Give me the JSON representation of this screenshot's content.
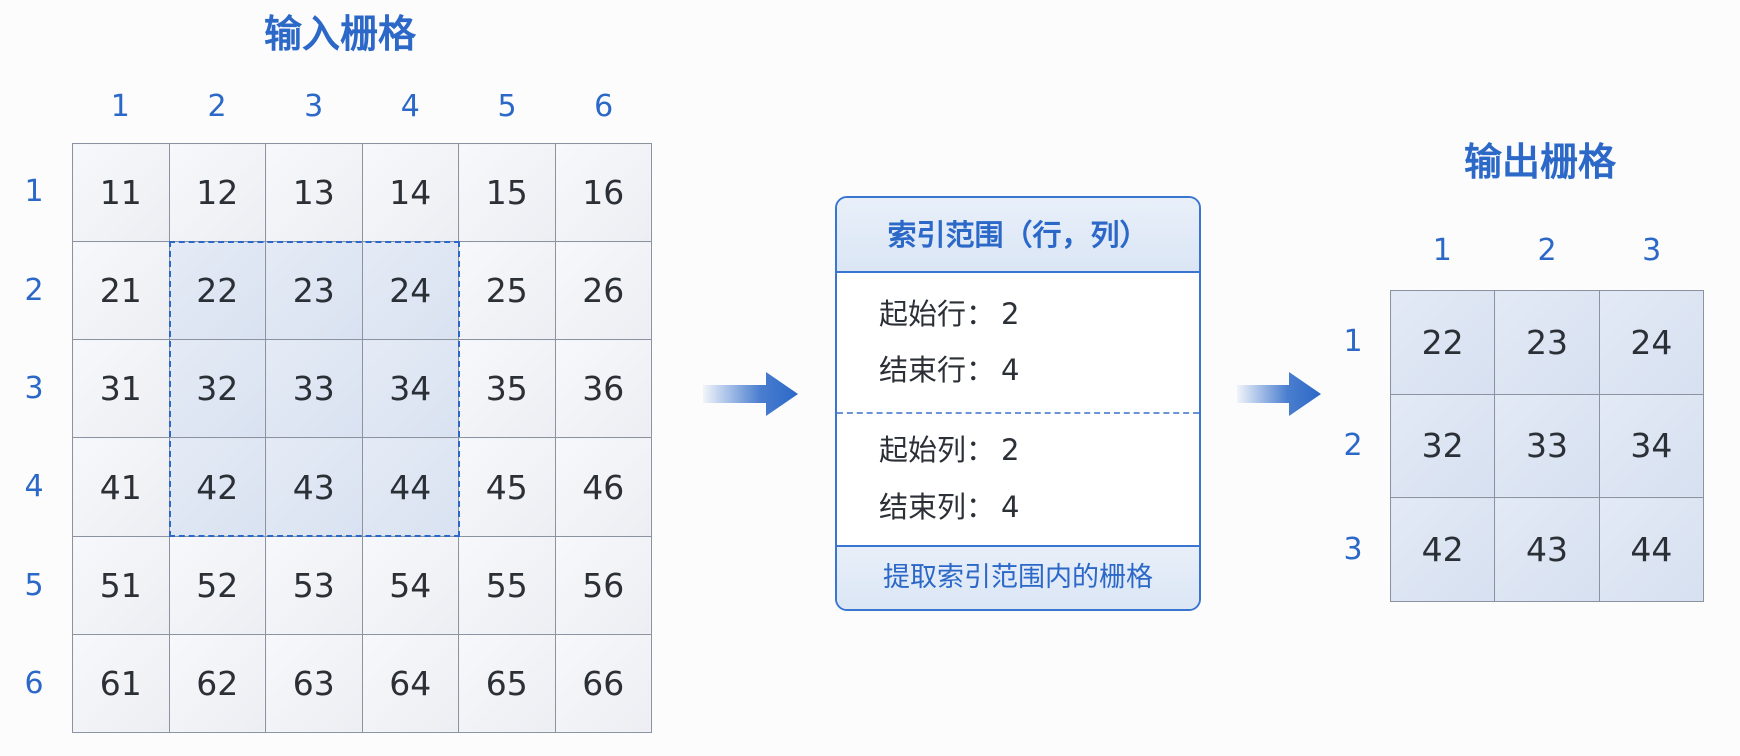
{
  "input": {
    "title": "输入栅格",
    "col_labels": [
      "1",
      "2",
      "3",
      "4",
      "5",
      "6"
    ],
    "row_labels": [
      "1",
      "2",
      "3",
      "4",
      "5",
      "6"
    ],
    "cells": [
      [
        "11",
        "12",
        "13",
        "14",
        "15",
        "16"
      ],
      [
        "21",
        "22",
        "23",
        "24",
        "25",
        "26"
      ],
      [
        "31",
        "32",
        "33",
        "34",
        "35",
        "36"
      ],
      [
        "41",
        "42",
        "43",
        "44",
        "45",
        "46"
      ],
      [
        "51",
        "52",
        "53",
        "54",
        "55",
        "56"
      ],
      [
        "61",
        "62",
        "63",
        "64",
        "65",
        "66"
      ]
    ],
    "selection": {
      "row_start": 2,
      "row_end": 4,
      "col_start": 2,
      "col_end": 4
    }
  },
  "panel": {
    "title": "索引范围（行，列）",
    "start_row_label": "起始行：",
    "start_row_value": "2",
    "end_row_label": "结束行：",
    "end_row_value": "4",
    "start_col_label": "起始列：",
    "start_col_value": "2",
    "end_col_label": "结束列：",
    "end_col_value": "4",
    "footer": "提取索引范围内的栅格"
  },
  "output": {
    "title": "输出栅格",
    "col_labels": [
      "1",
      "2",
      "3"
    ],
    "row_labels": [
      "1",
      "2",
      "3"
    ],
    "cells": [
      [
        "22",
        "23",
        "24"
      ],
      [
        "32",
        "33",
        "34"
      ],
      [
        "42",
        "43",
        "44"
      ]
    ]
  },
  "colors": {
    "accent": "#2b68c7",
    "highlight": "#dbe4f3",
    "cell": "#f3f4f8",
    "border": "#8b93a0"
  }
}
